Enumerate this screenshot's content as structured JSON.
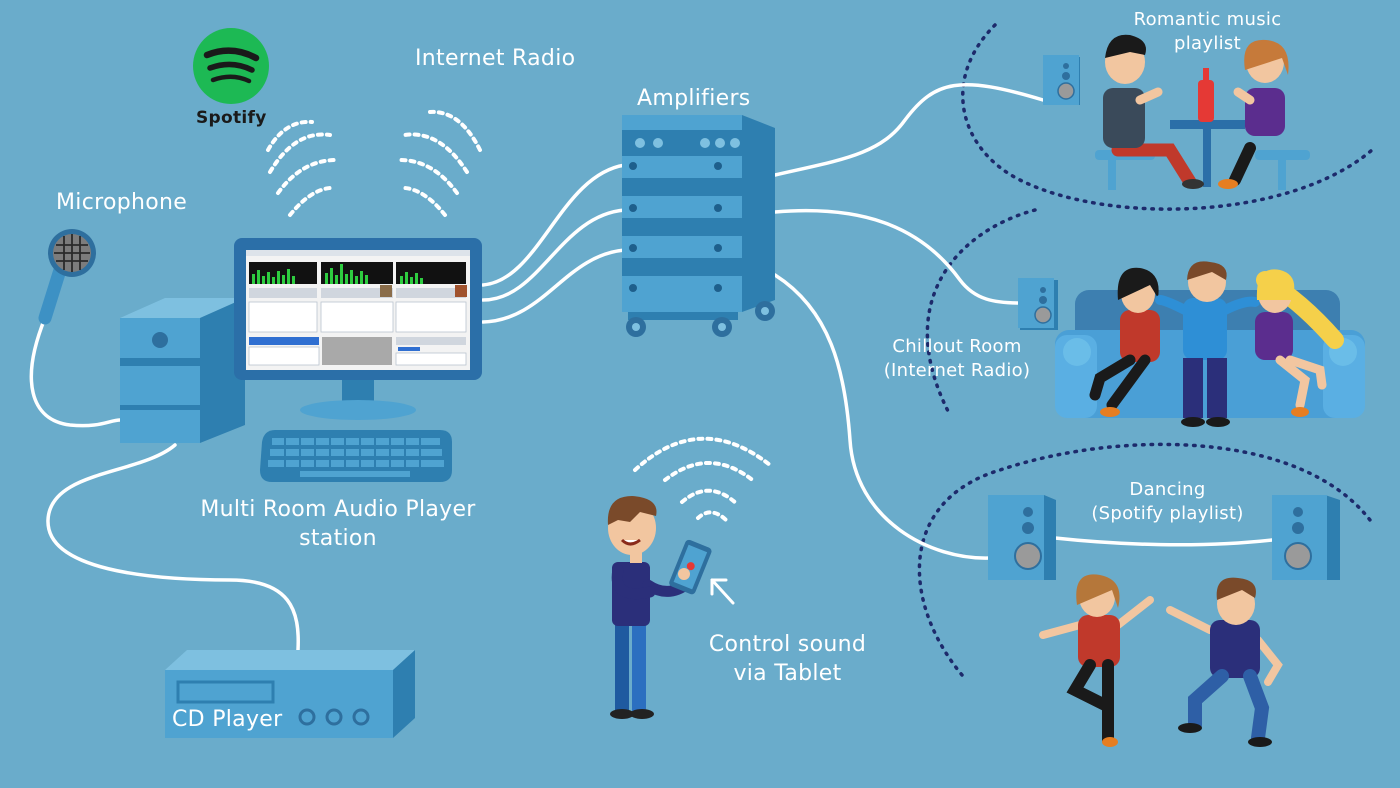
{
  "labels": {
    "internet_radio": "Internet Radio",
    "amplifiers": "Amplifiers",
    "microphone": "Microphone",
    "spotify": "Spotify",
    "station": [
      "Multi Room Audio Player",
      "station"
    ],
    "cd_player": "CD Player",
    "control": [
      "Control sound",
      "via Tablet"
    ],
    "romantic": [
      "Romantic music",
      "playlist"
    ],
    "chillout": [
      "Chillout Room",
      "(Internet Radio)"
    ],
    "dancing": [
      "Dancing",
      "(Spotify playlist)"
    ]
  },
  "colors": {
    "background": "#6aaccb",
    "device_light": "#4fa3d1",
    "device_dark": "#2e7fb0",
    "device_mid": "#3d91c4",
    "cable": "#ffffff",
    "dots": "#1d2a6b",
    "spotify_green": "#1db954",
    "shirt_navy": "#2b2f7a",
    "shirt_red": "#c0392b",
    "shirt_purple": "#5b2d8e",
    "sofa": "#4a9fd6",
    "bottle": "#e53935",
    "skin": "#f2c6a0",
    "hair_brown": "#7a4a2a"
  },
  "icons": [
    "spotify-icon",
    "microphone-icon",
    "computer-icon",
    "keyboard-icon",
    "amplifier-rack-icon",
    "cd-player-icon",
    "tablet-icon",
    "speaker-icon",
    "sofa-icon",
    "wifi-waves-icon",
    "cursor-arrow-icon"
  ]
}
